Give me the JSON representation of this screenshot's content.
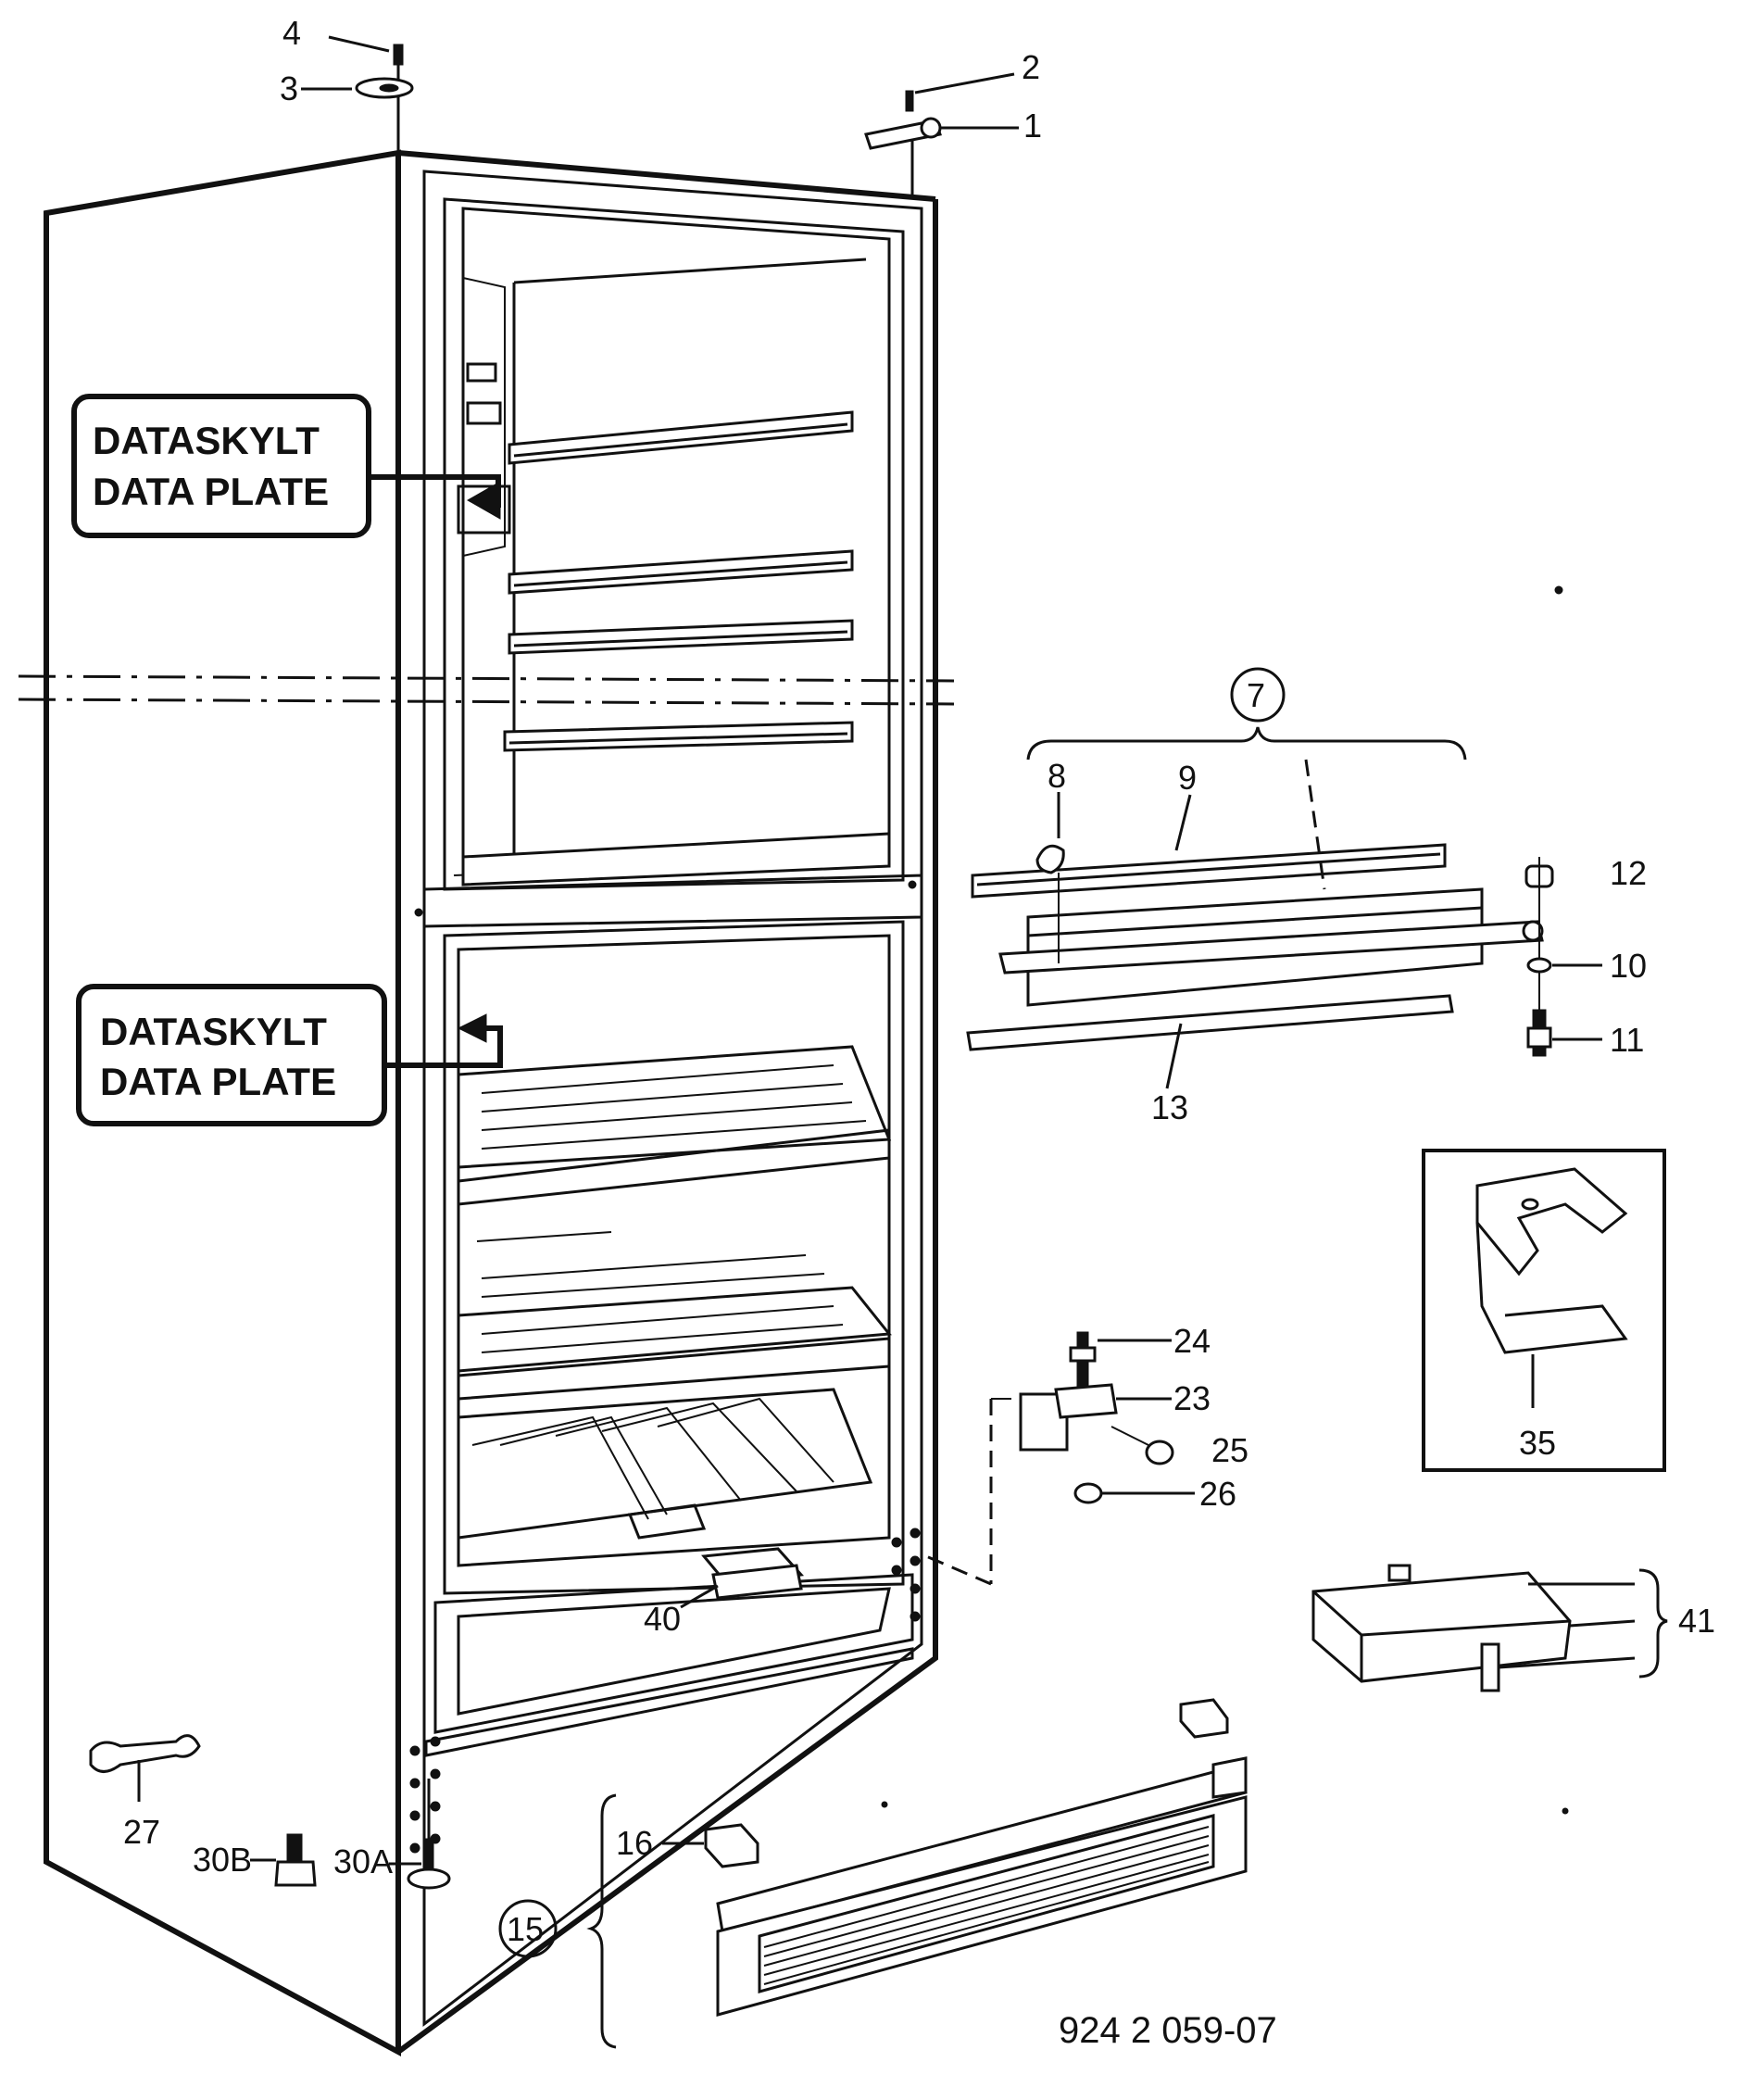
{
  "data_plate_labels": [
    {
      "line1": "DATASKYLT",
      "line2": "DATA PLATE"
    },
    {
      "line1": "DATASKYLT",
      "line2": "DATA PLATE"
    }
  ],
  "callouts": {
    "c1": "1",
    "c2": "2",
    "c3": "3",
    "c4": "4",
    "c7": "7",
    "c8": "8",
    "c9": "9",
    "c10": "10",
    "c11": "11",
    "c12": "12",
    "c13": "13",
    "c15": "15",
    "c16": "16",
    "c23": "23",
    "c24": "24",
    "c25": "25",
    "c26": "26",
    "c27": "27",
    "c30a": "30A",
    "c30b": "30B",
    "c35": "35",
    "c40": "40",
    "c41": "41"
  },
  "drawing_code": "924 2 059-07"
}
